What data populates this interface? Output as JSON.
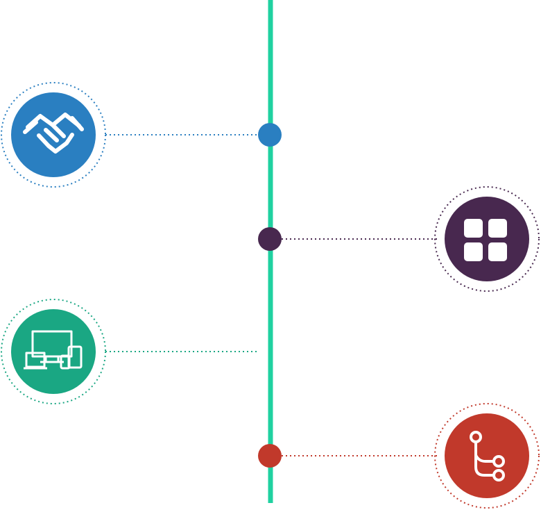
{
  "colors": {
    "timeline": "#1fd1a0",
    "blue": "#2a7fc1",
    "purple": "#48284f",
    "green": "#1aa783",
    "red": "#c1392b"
  },
  "nodes": [
    {
      "side": "left",
      "icon": "handshake-icon",
      "color": "#2a7fc1",
      "marker": true
    },
    {
      "side": "right",
      "icon": "grid-apps-icon",
      "color": "#48284f",
      "marker": true
    },
    {
      "side": "left",
      "icon": "devices-icon",
      "color": "#1aa783",
      "marker": false
    },
    {
      "side": "right",
      "icon": "branch-workflow-icon",
      "color": "#c1392b",
      "marker": true
    }
  ]
}
